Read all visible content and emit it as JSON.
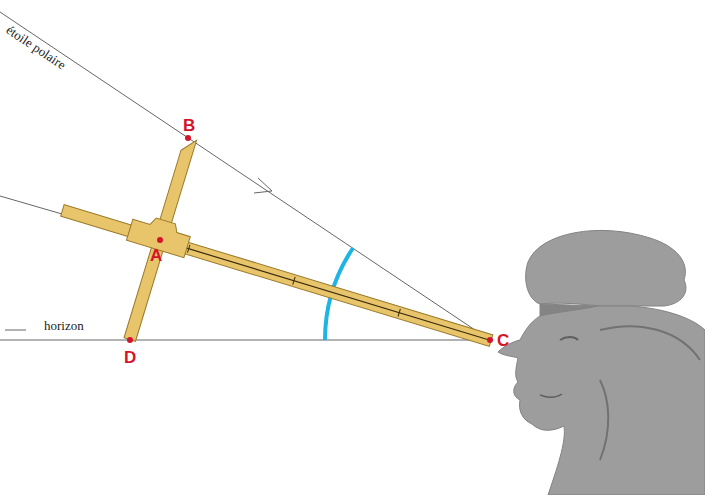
{
  "diagram": {
    "labels": [
      "étoile polaire",
      "B",
      "A",
      "horizon",
      "D",
      "C"
    ]
  }
}
